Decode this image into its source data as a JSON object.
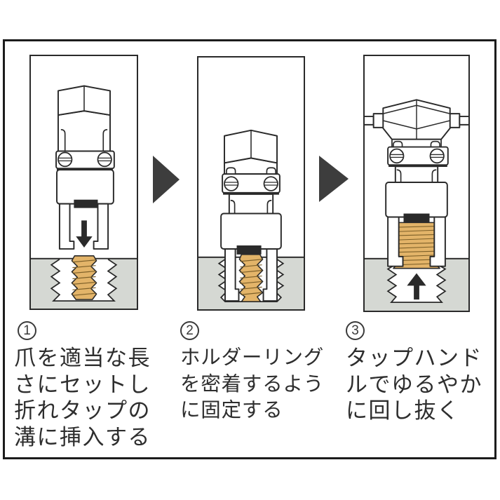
{
  "figure": {
    "title": "broken tap extractor usage steps",
    "colors": {
      "background": "#ffffff",
      "frame_border": "#1c1c1c",
      "panel_border": "#2a2a2a",
      "line": "#2a2a2a",
      "base_gray": "#d5d8d3",
      "tap_gold": "#e3b469",
      "tap_gold_edge": "#7c5f28",
      "arrow_dark": "#3d3d3d",
      "text": "#2e2e2e"
    },
    "steps": [
      {
        "number": "1",
        "caption_lines": [
          "爪を適当な長",
          "さにセットし",
          "折れタップの",
          "溝に挿入する"
        ],
        "illustration": "claws set above broken tap, pushed down",
        "motion_arrow": "down"
      },
      {
        "number": "2",
        "caption_lines": [
          "ホルダーリング",
          "を密着するよう",
          "に固定する"
        ],
        "illustration": "holder ring pressed tight to surface",
        "motion_arrow": "none"
      },
      {
        "number": "3",
        "caption_lines": [
          "タップハンド",
          "ルでゆるやか",
          "に回し抜く"
        ],
        "illustration": "tap handle turning, tap extracted upward",
        "motion_arrow": "up"
      }
    ]
  }
}
